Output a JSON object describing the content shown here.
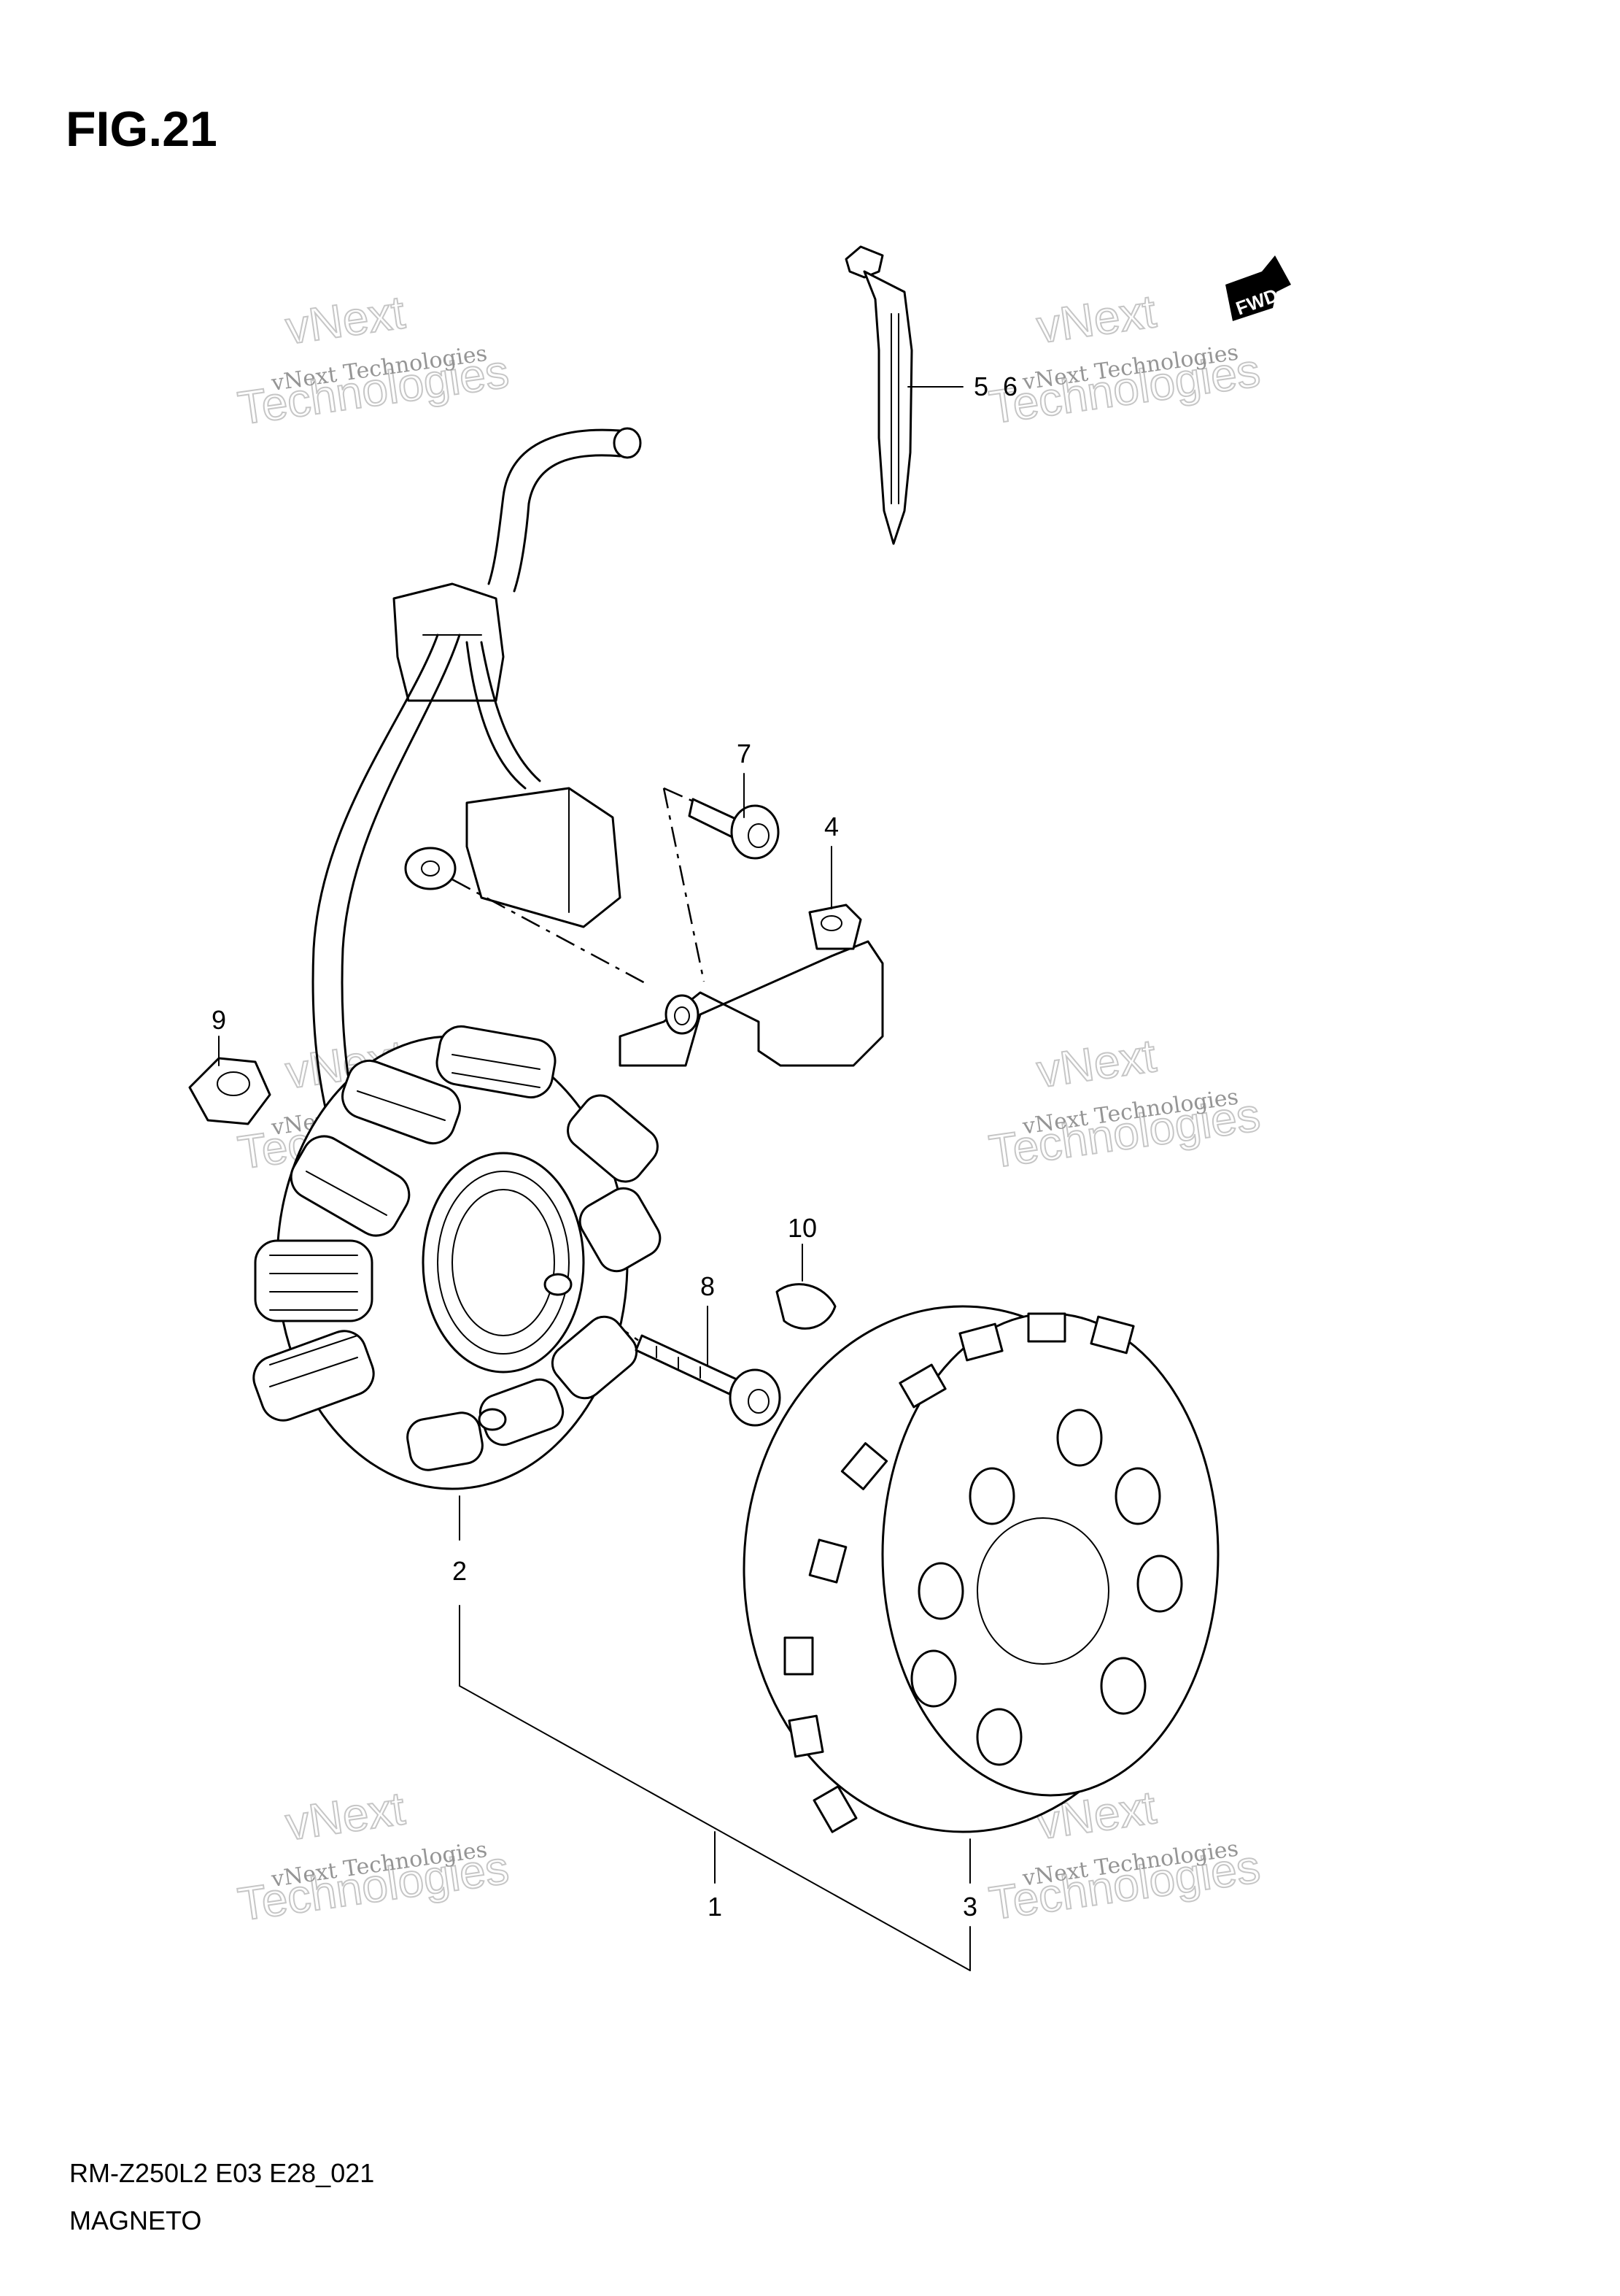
{
  "figure": {
    "title": "FIG.21"
  },
  "callouts": [
    {
      "id": "1",
      "label": "1"
    },
    {
      "id": "2",
      "label": "2"
    },
    {
      "id": "3",
      "label": "3"
    },
    {
      "id": "4",
      "label": "4"
    },
    {
      "id": "5-6",
      "label": "5  6"
    },
    {
      "id": "7",
      "label": "7"
    },
    {
      "id": "8",
      "label": "8"
    },
    {
      "id": "9",
      "label": "9"
    },
    {
      "id": "10",
      "label": "10"
    }
  ],
  "fwd_label": "FWD",
  "watermark": {
    "line1": "vNext Technologies",
    "line2": "vNext",
    "line3": "Technologies"
  },
  "footer": {
    "code": "RM-Z250L2 E03 E28_021",
    "name": "MAGNETO"
  }
}
